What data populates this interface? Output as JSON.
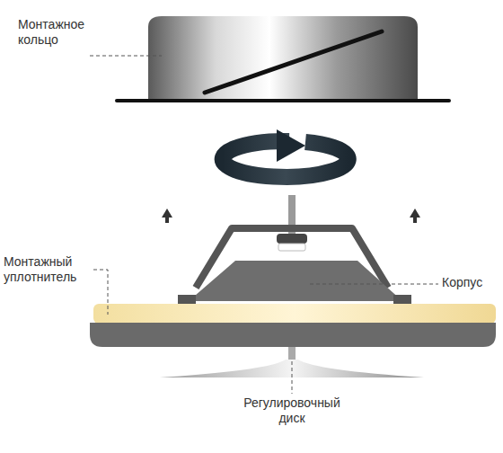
{
  "diagram": {
    "labels": [
      "Монтажное кольцо",
      "Монтажный уплотнитель",
      "Корпус",
      "Регулировочный диск"
    ]
  }
}
